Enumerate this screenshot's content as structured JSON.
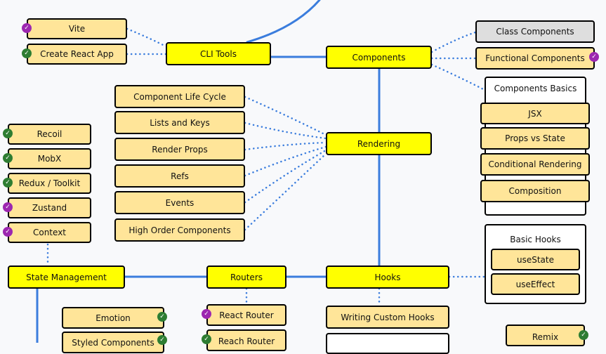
{
  "colors": {
    "topic": "#ffff00",
    "subtopic": "#ffe599",
    "alternative": "#dedede",
    "line": "#3b7ddd",
    "done": "#2e7d32",
    "recommended": "#9c27b0"
  },
  "badge_glyph": "✓",
  "nodes": {
    "vite": "Vite",
    "create_react_app": "Create React App",
    "cli_tools": "CLI Tools",
    "components": "Components",
    "class_components": "Class Components",
    "functional_components": "Functional Components",
    "components_basics": "Components Basics",
    "jsx": "JSX",
    "props_vs_state": "Props vs State",
    "conditional_rendering": "Conditional Rendering",
    "composition": "Composition",
    "component_life_cycle": "Component Life Cycle",
    "lists_and_keys": "Lists and Keys",
    "render_props": "Render Props",
    "refs": "Refs",
    "events": "Events",
    "high_order_components": "High Order Components",
    "rendering": "Rendering",
    "recoil": "Recoil",
    "mobx": "MobX",
    "redux_toolkit": "Redux / Toolkit",
    "zustand": "Zustand",
    "context": "Context",
    "state_management": "State Management",
    "routers": "Routers",
    "hooks": "Hooks",
    "basic_hooks": "Basic Hooks",
    "use_state": "useState",
    "use_effect": "useEffect",
    "emotion": "Emotion",
    "styled_components": "Styled Components",
    "react_router": "React Router",
    "reach_router": "Reach Router",
    "writing_custom_hooks": "Writing Custom Hooks",
    "remix": "Remix"
  }
}
